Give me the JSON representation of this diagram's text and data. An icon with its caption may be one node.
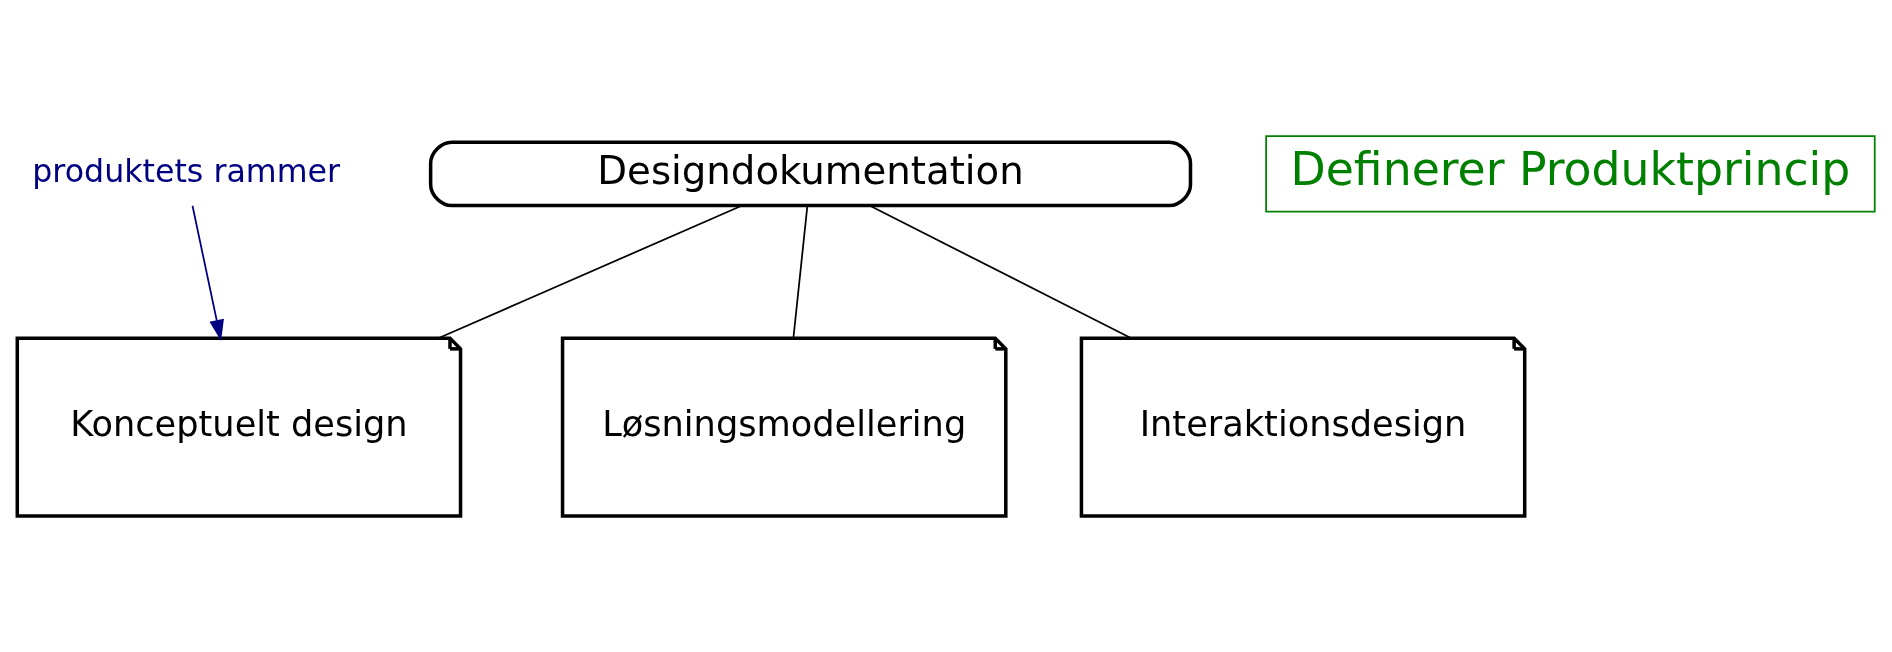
{
  "diagram": {
    "nodes": [
      {
        "text": [
          "Designdokumentation"
        ]
      },
      {
        "text": [
          "Konceptuelt design"
        ]
      },
      {
        "text": [
          "Løsningsmodellering"
        ]
      },
      {
        "text": [
          "Interaktionsdesign"
        ]
      },
      {
        "text": [
          "produktets rammer"
        ]
      },
      {
        "text": [
          "Definerer Produktprincip"
        ]
      }
    ],
    "edges": [
      {
        "from": 0,
        "to": 1,
        "arrow": "none"
      },
      {
        "from": 0,
        "to": 2,
        "arrow": "none"
      },
      {
        "from": 0,
        "to": 3,
        "arrow": "none"
      },
      {
        "from": 4,
        "to": 1,
        "arrow": "to",
        "color": "#000080"
      }
    ]
  }
}
